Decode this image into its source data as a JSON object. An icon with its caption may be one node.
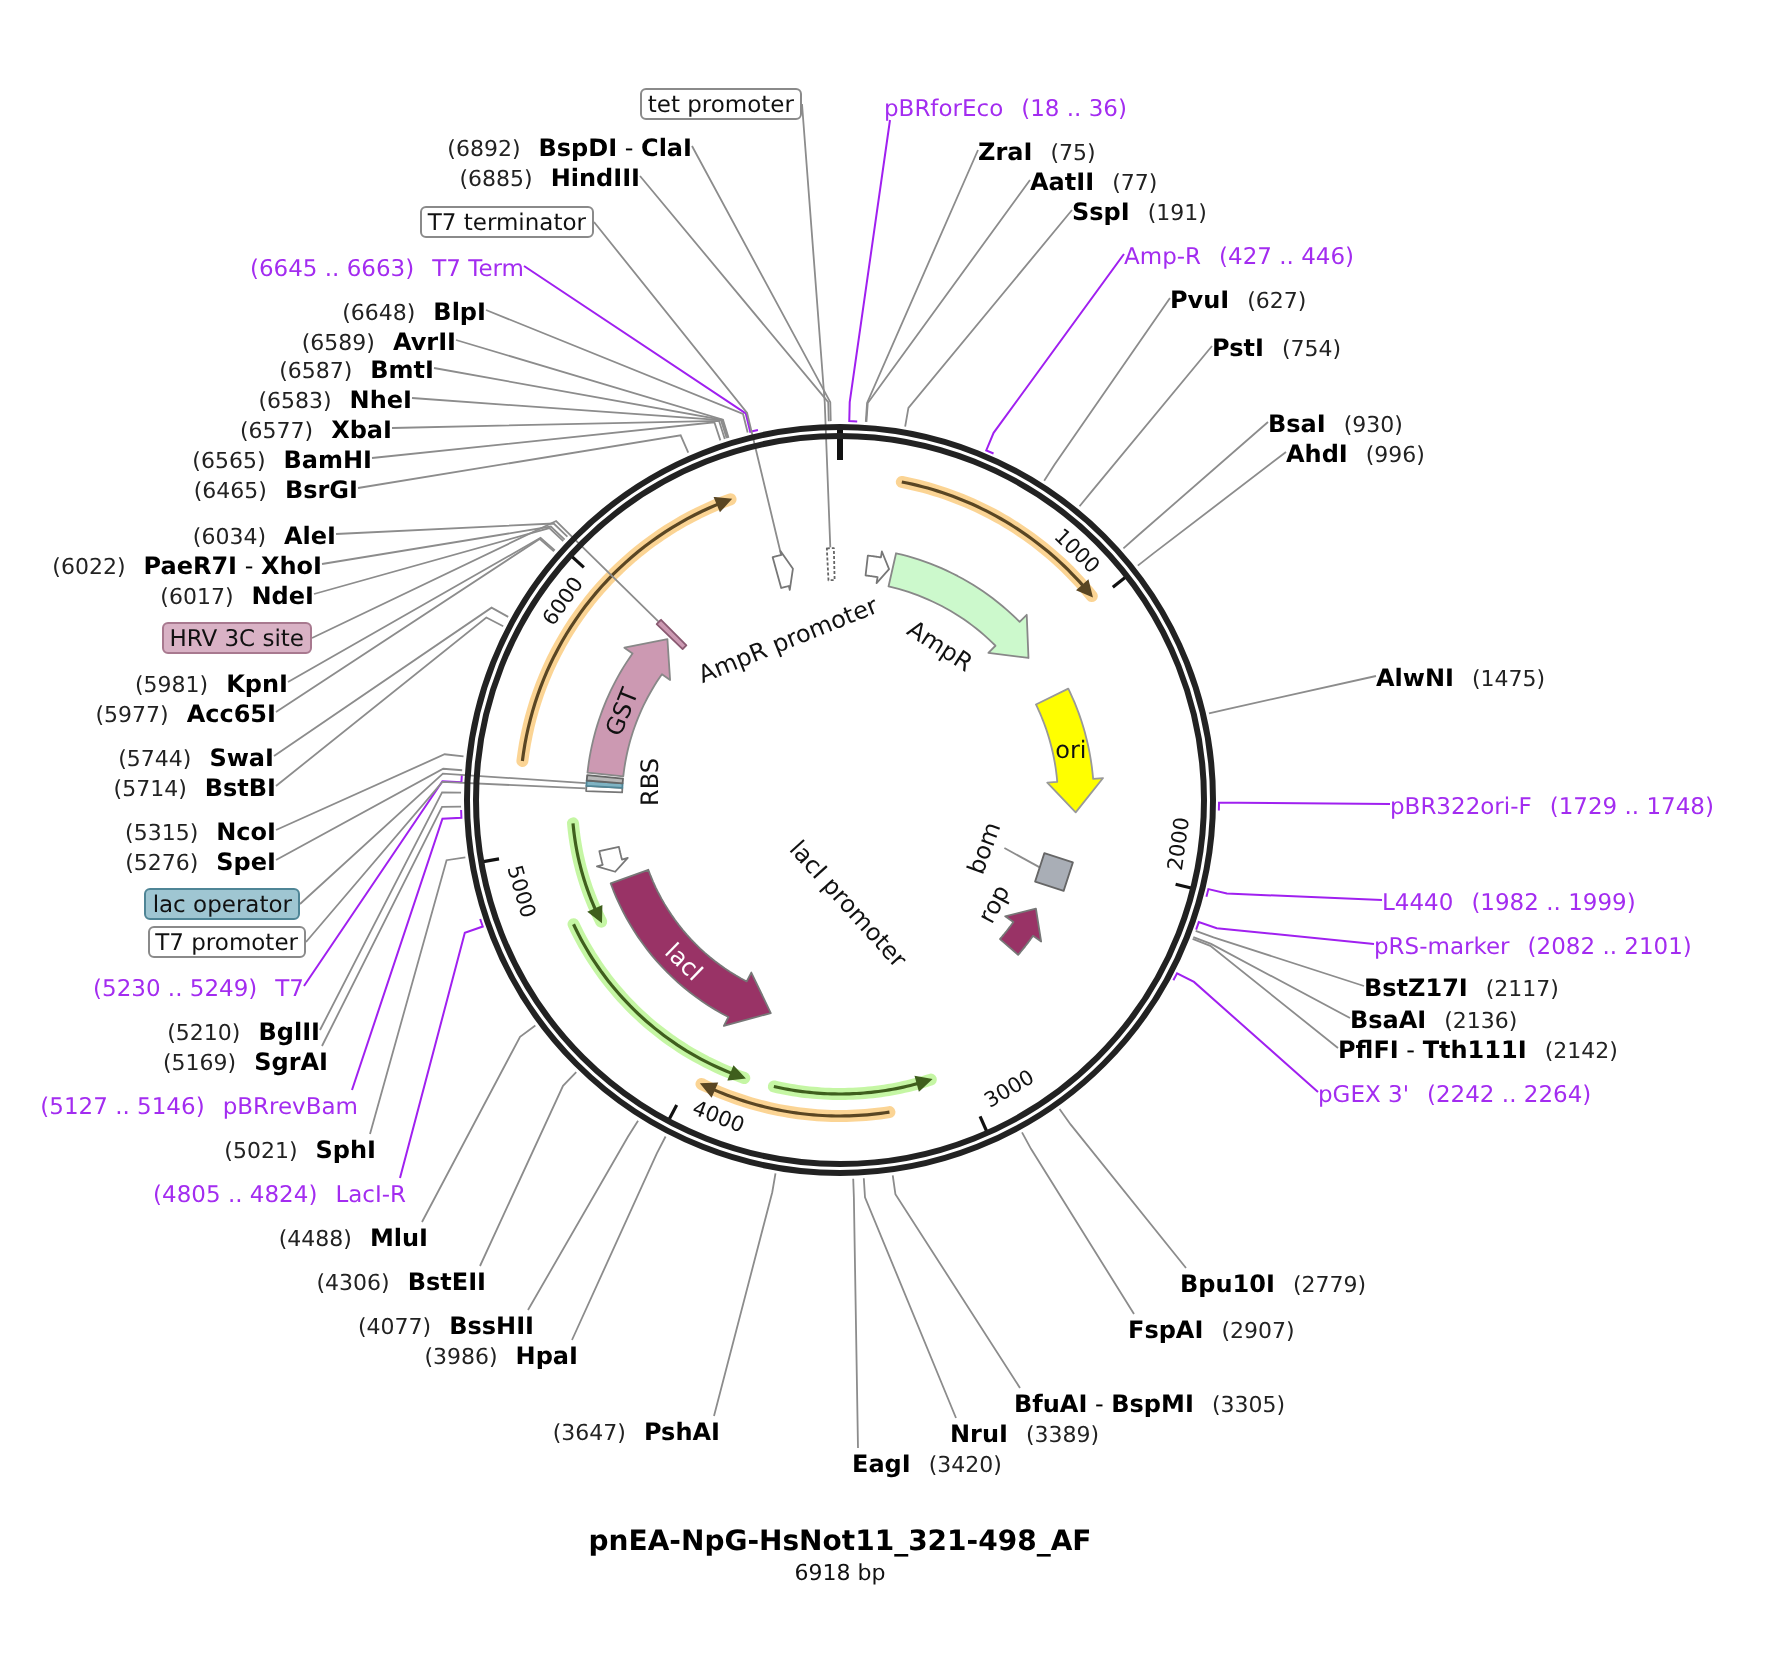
{
  "diagram": {
    "title": "pnEA-NpG-HsNot11_321-498_AF",
    "caption": "6918 bp",
    "nodes": [
      {
        "text": [
          "pBRforEco",
          "(18 .. 36)"
        ]
      },
      {
        "text": [
          "ZraI",
          "(75)"
        ]
      },
      {
        "text": [
          "AatII",
          "(77)"
        ]
      },
      {
        "text": [
          "SspI",
          "(191)"
        ]
      },
      {
        "text": [
          "Amp-R",
          "(427 .. 446)"
        ]
      },
      {
        "text": [
          "PvuI",
          "(627)"
        ]
      },
      {
        "text": [
          "PstI",
          "(754)"
        ]
      },
      {
        "text": [
          "BsaI",
          "(930)"
        ]
      },
      {
        "text": [
          "AhdI",
          "(996)"
        ]
      },
      {
        "text": [
          "AlwNI",
          "(1475)"
        ]
      },
      {
        "text": [
          "pBR322ori-F",
          "(1729 .. 1748)"
        ]
      },
      {
        "text": [
          "L4440",
          "(1982 .. 1999)"
        ]
      },
      {
        "text": [
          "pRS-marker",
          "(2082 .. 2101)"
        ]
      },
      {
        "text": [
          "BstZ17I",
          "(2117)"
        ]
      },
      {
        "text": [
          "BsaAI",
          "(2136)"
        ]
      },
      {
        "text": [
          "**PflFI** - **Tth111I**",
          "(2142)"
        ]
      },
      {
        "text": [
          "pGEX 3'",
          "(2242 .. 2264)"
        ]
      },
      {
        "text": [
          "Bpu10I",
          "(2779)"
        ]
      },
      {
        "text": [
          "FspAI",
          "(2907)"
        ]
      },
      {
        "text": [
          "**BfuAI** - **BspMI**",
          "(3305)"
        ]
      },
      {
        "text": [
          "NruI",
          "(3389)"
        ]
      },
      {
        "text": [
          "EagI",
          "(3420)"
        ]
      },
      {
        "text": [
          "(3647)",
          "PshAI"
        ]
      },
      {
        "text": [
          "(3986)",
          "HpaI"
        ]
      },
      {
        "text": [
          "(4077)",
          "BssHII"
        ]
      },
      {
        "text": [
          "(4306)",
          "BstEII"
        ]
      },
      {
        "text": [
          "(4488)",
          "MluI"
        ]
      },
      {
        "text": [
          "(4805 .. 4824)",
          "LacI-R"
        ]
      },
      {
        "text": [
          "(5021)",
          "SphI"
        ]
      },
      {
        "text": [
          "(5127 .. 5146)",
          "pBRrevBam"
        ]
      },
      {
        "text": [
          "(5169)",
          "SgrAI"
        ]
      },
      {
        "text": [
          "(5210)",
          "BglII"
        ]
      },
      {
        "text": [
          "(5230 .. 5249)",
          "T7"
        ]
      },
      {
        "text": [
          "T7 promoter"
        ]
      },
      {
        "text": [
          "lac operator"
        ]
      },
      {
        "text": [
          "(5276)",
          "SpeI"
        ]
      },
      {
        "text": [
          "(5315)",
          "NcoI"
        ]
      },
      {
        "text": [
          "(5714)",
          "BstBI"
        ]
      },
      {
        "text": [
          "(5744)",
          "SwaI"
        ]
      },
      {
        "text": [
          "(5977)",
          "Acc65I"
        ]
      },
      {
        "text": [
          "(5981)",
          "KpnI"
        ]
      },
      {
        "text": [
          "HRV 3C site"
        ]
      },
      {
        "text": [
          "(6017)",
          "NdeI"
        ]
      },
      {
        "text": [
          "(6022)",
          "**PaeR7I** - **XhoI**"
        ]
      },
      {
        "text": [
          "(6034)",
          "AleI"
        ]
      },
      {
        "text": [
          "(6465)",
          "BsrGI"
        ]
      },
      {
        "text": [
          "(6565)",
          "BamHI"
        ]
      },
      {
        "text": [
          "(6577)",
          "XbaI"
        ]
      },
      {
        "text": [
          "(6583)",
          "NheI"
        ]
      },
      {
        "text": [
          "(6587)",
          "BmtI"
        ]
      },
      {
        "text": [
          "(6589)",
          "AvrII"
        ]
      },
      {
        "text": [
          "(6648)",
          "BlpI"
        ]
      },
      {
        "text": [
          "(6645 .. 6663)",
          "T7 Term"
        ]
      },
      {
        "text": [
          "T7 terminator"
        ]
      },
      {
        "text": [
          "(6885)",
          "HindIII"
        ]
      },
      {
        "text": [
          "(6892)",
          "**BspDI** - **ClaI**"
        ]
      },
      {
        "text": [
          "tet promoter"
        ]
      },
      {
        "text": [],
        "shape": "circle"
      },
      {
        "text": [],
        "shape": "arrow",
        "beside": [
          "AmpR promoter"
        ],
        "in": 57
      },
      {
        "text": [],
        "shape": "arrow",
        "beside": [
          "AmpR"
        ],
        "in": 57
      },
      {
        "text": [
          "ori"
        ],
        "in": 57
      },
      {
        "text": [
          "bom"
        ],
        "in": 57
      },
      {
        "text": [],
        "shape": "box",
        "in": 57
      },
      {
        "text": [],
        "shape": "arrow",
        "beside": [
          "rop"
        ],
        "in": 57
      },
      {
        "text": [
          "lacI"
        ],
        "in": 57
      },
      {
        "text": [],
        "shape": "arrow",
        "in": 57
      },
      {
        "text": [],
        "shape": "bar",
        "in": 57
      },
      {
        "text": [],
        "shape": "bar",
        "in": 57
      },
      {
        "text": [],
        "shape": "bar",
        "in": 57
      },
      {
        "text": [
          "GST"
        ],
        "in": 57
      },
      {
        "text": [],
        "shape": "bar",
        "in": 57
      },
      {
        "text": [],
        "shape": "arrow",
        "in": 57
      },
      {
        "text": [],
        "shape": "bar",
        "in": 57
      }
    ],
    "edges": [
      {
        "from": 0,
        "to": 57,
        "arrow": "none",
        "color": "#a020f0"
      },
      {
        "from": 1,
        "to": 57,
        "arrow": "none"
      },
      {
        "from": 2,
        "to": 57,
        "arrow": "none"
      },
      {
        "from": 3,
        "to": 57,
        "arrow": "none"
      },
      {
        "from": 4,
        "to": 57,
        "arrow": "none",
        "color": "#a020f0"
      },
      {
        "from": 5,
        "to": 57,
        "arrow": "none"
      },
      {
        "from": 6,
        "to": 57,
        "arrow": "none"
      },
      {
        "from": 7,
        "to": 57,
        "arrow": "none"
      },
      {
        "from": 8,
        "to": 57,
        "arrow": "none"
      },
      {
        "from": 9,
        "to": 57,
        "arrow": "none"
      },
      {
        "from": 10,
        "to": 57,
        "arrow": "none",
        "color": "#a020f0"
      },
      {
        "from": 11,
        "to": 57,
        "arrow": "none",
        "color": "#a020f0"
      },
      {
        "from": 12,
        "to": 57,
        "arrow": "none",
        "color": "#a020f0"
      },
      {
        "from": 13,
        "to": 57,
        "arrow": "none"
      },
      {
        "from": 14,
        "to": 57,
        "arrow": "none"
      },
      {
        "from": 15,
        "to": 57,
        "arrow": "none"
      },
      {
        "from": 16,
        "to": 57,
        "arrow": "none",
        "color": "#a020f0"
      },
      {
        "from": 17,
        "to": 57,
        "arrow": "none"
      },
      {
        "from": 18,
        "to": 57,
        "arrow": "none"
      },
      {
        "from": 19,
        "to": 57,
        "arrow": "none"
      },
      {
        "from": 20,
        "to": 57,
        "arrow": "none"
      },
      {
        "from": 21,
        "to": 57,
        "arrow": "none"
      },
      {
        "from": 22,
        "to": 57,
        "arrow": "none"
      },
      {
        "from": 23,
        "to": 57,
        "arrow": "none"
      },
      {
        "from": 24,
        "to": 57,
        "arrow": "none"
      },
      {
        "from": 25,
        "to": 57,
        "arrow": "none"
      },
      {
        "from": 26,
        "to": 57,
        "arrow": "none"
      },
      {
        "from": 27,
        "to": 57,
        "arrow": "none",
        "color": "#a020f0"
      },
      {
        "from": 28,
        "to": 57,
        "arrow": "none"
      },
      {
        "from": 29,
        "to": 57,
        "arrow": "none",
        "color": "#a020f0"
      },
      {
        "from": 30,
        "to": 57,
        "arrow": "none"
      },
      {
        "from": 31,
        "to": 57,
        "arrow": "none"
      },
      {
        "from": 32,
        "to": 57,
        "arrow": "none",
        "color": "#a020f0"
      },
      {
        "from": 33,
        "to": 66,
        "arrow": "none"
      },
      {
        "from": 34,
        "to": 67,
        "arrow": "none"
      },
      {
        "from": 35,
        "to": 57,
        "arrow": "none"
      },
      {
        "from": 36,
        "to": 57,
        "arrow": "none"
      },
      {
        "from": 37,
        "to": 57,
        "arrow": "none"
      },
      {
        "from": 38,
        "to": 57,
        "arrow": "none"
      },
      {
        "from": 39,
        "to": 57,
        "arrow": "none"
      },
      {
        "from": 40,
        "to": 57,
        "arrow": "none"
      },
      {
        "from": 41,
        "to": 70,
        "arrow": "none"
      },
      {
        "from": 42,
        "to": 57,
        "arrow": "none"
      },
      {
        "from": 43,
        "to": 57,
        "arrow": "none"
      },
      {
        "from": 44,
        "to": 57,
        "arrow": "none"
      },
      {
        "from": 45,
        "to": 57,
        "arrow": "none"
      },
      {
        "from": 46,
        "to": 57,
        "arrow": "none"
      },
      {
        "from": 47,
        "to": 57,
        "arrow": "none"
      },
      {
        "from": 48,
        "to": 57,
        "arrow": "none"
      },
      {
        "from": 49,
        "to": 57,
        "arrow": "none"
      },
      {
        "from": 50,
        "to": 57,
        "arrow": "none"
      },
      {
        "from": 51,
        "to": 57,
        "arrow": "none"
      },
      {
        "from": 52,
        "to": 57,
        "arrow": "none",
        "color": "#a020f0"
      },
      {
        "from": 53,
        "to": 71,
        "arrow": "none"
      },
      {
        "from": 54,
        "to": 57,
        "arrow": "none"
      },
      {
        "from": 55,
        "to": 57,
        "arrow": "none"
      },
      {
        "from": 56,
        "to": 72,
        "arrow": "none"
      },
      {
        "from": 61,
        "to": 62,
        "arrow": "none"
      }
    ],
    "labels": [
      "1000",
      "2000",
      "3000",
      "4000",
      "lacI promoter",
      "5000",
      "RBS",
      "6000"
    ]
  }
}
